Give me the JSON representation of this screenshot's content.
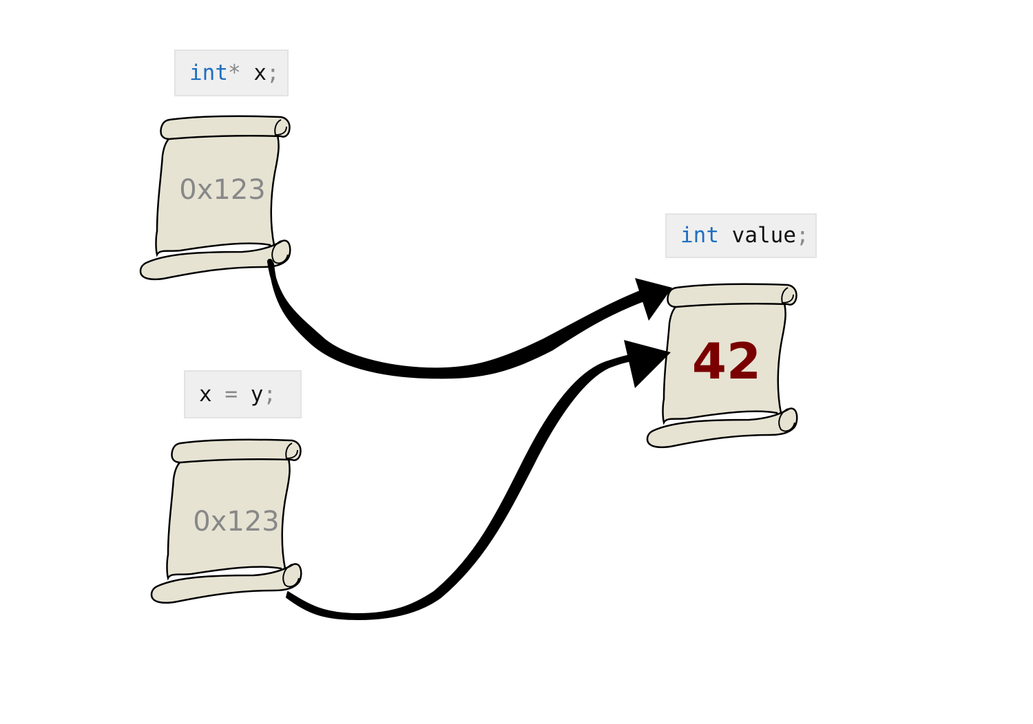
{
  "code_boxes": {
    "decl_x": {
      "keyword": "int",
      "star": "*",
      "name": "x",
      "semi": ";"
    },
    "assign": {
      "lhs": "x",
      "op": "=",
      "rhs": "y",
      "semi": ";"
    },
    "decl_value": {
      "keyword": "int",
      "name": "value",
      "semi": ";"
    }
  },
  "scrolls": {
    "x": {
      "text": "0x123"
    },
    "y": {
      "text": "0x123"
    },
    "value": {
      "text": "42"
    }
  },
  "colors": {
    "keyword": "#1f6fc0",
    "address": "#888888",
    "value": "#7a0000",
    "scroll_fill": "#e6e3d3",
    "arrow": "#000000"
  }
}
